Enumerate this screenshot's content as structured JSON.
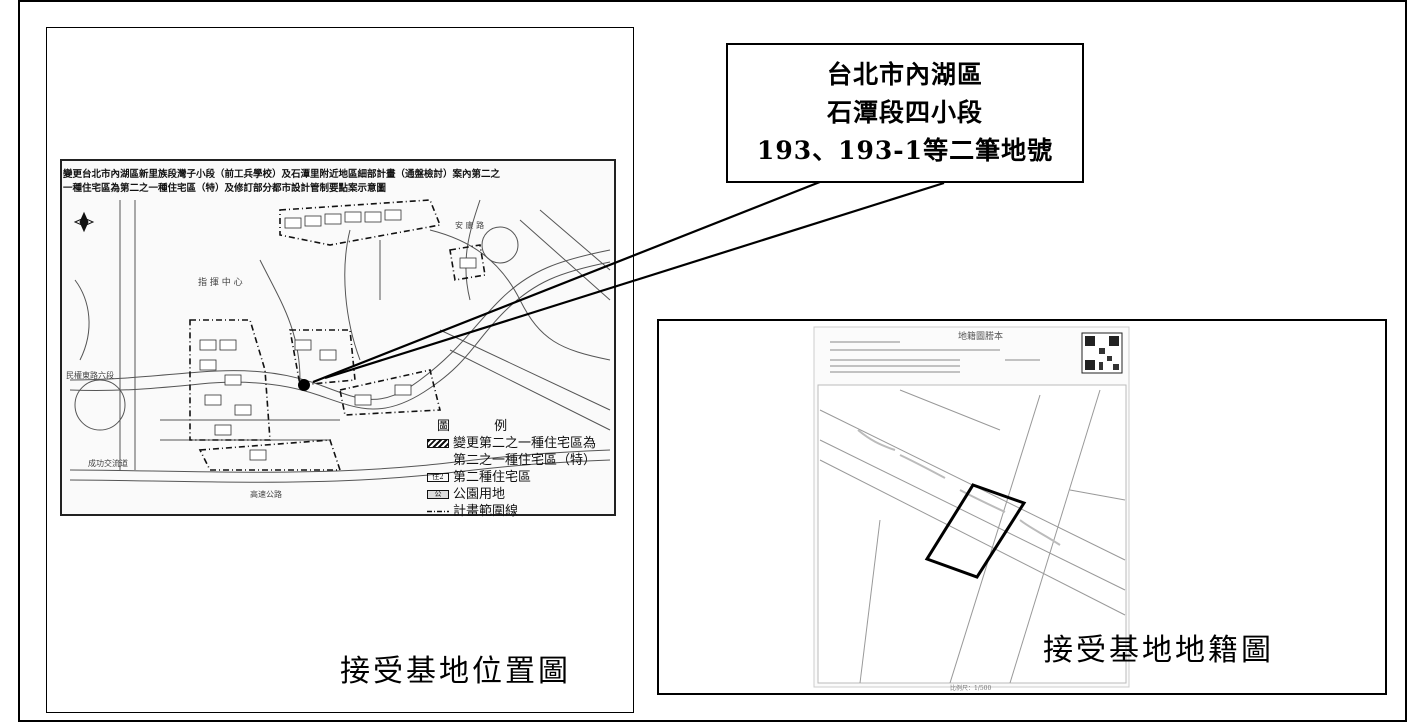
{
  "callout": {
    "line1": "台北市內湖區",
    "line2": "石潭段四小段",
    "line3": "193、193-1等二筆地號"
  },
  "left_panel": {
    "caption": "接受基地位置圖",
    "map_title_1": "變更台北市內湖區新里族段灣子小段（前工兵學校）及石潭里附近地區細部計畫（通盤檢討）案內第二之",
    "map_title_2": "一種住宅區為第二之一種住宅區（特）及修訂部分都市設計管制要點案示意圖",
    "map_labels": {
      "center": "指 揮 中 心",
      "road_west": "民權東路六段",
      "road_sw": "成功交流道",
      "road_s": "高速公路",
      "road_ne": "安 康 路"
    },
    "legend": {
      "title": "圖 例",
      "items": [
        {
          "symbol": "hatch",
          "label": "變更第二之一種住宅區為"
        },
        {
          "symbol": "none",
          "label": "第二之一種住宅區（特）"
        },
        {
          "symbol": "住2",
          "label": "第二種住宅區"
        },
        {
          "symbol": "公",
          "label": "公園用地"
        },
        {
          "symbol": "dashdot",
          "label": "計畫範圍線"
        }
      ]
    }
  },
  "right_panel": {
    "caption": "接受基地地籍圖",
    "doc_header": "地籍圖謄本",
    "doc_scale": "比例尺：1/500"
  },
  "colors": {
    "border": "#000000",
    "map_line": "#333333",
    "site_marker": "#000000"
  }
}
